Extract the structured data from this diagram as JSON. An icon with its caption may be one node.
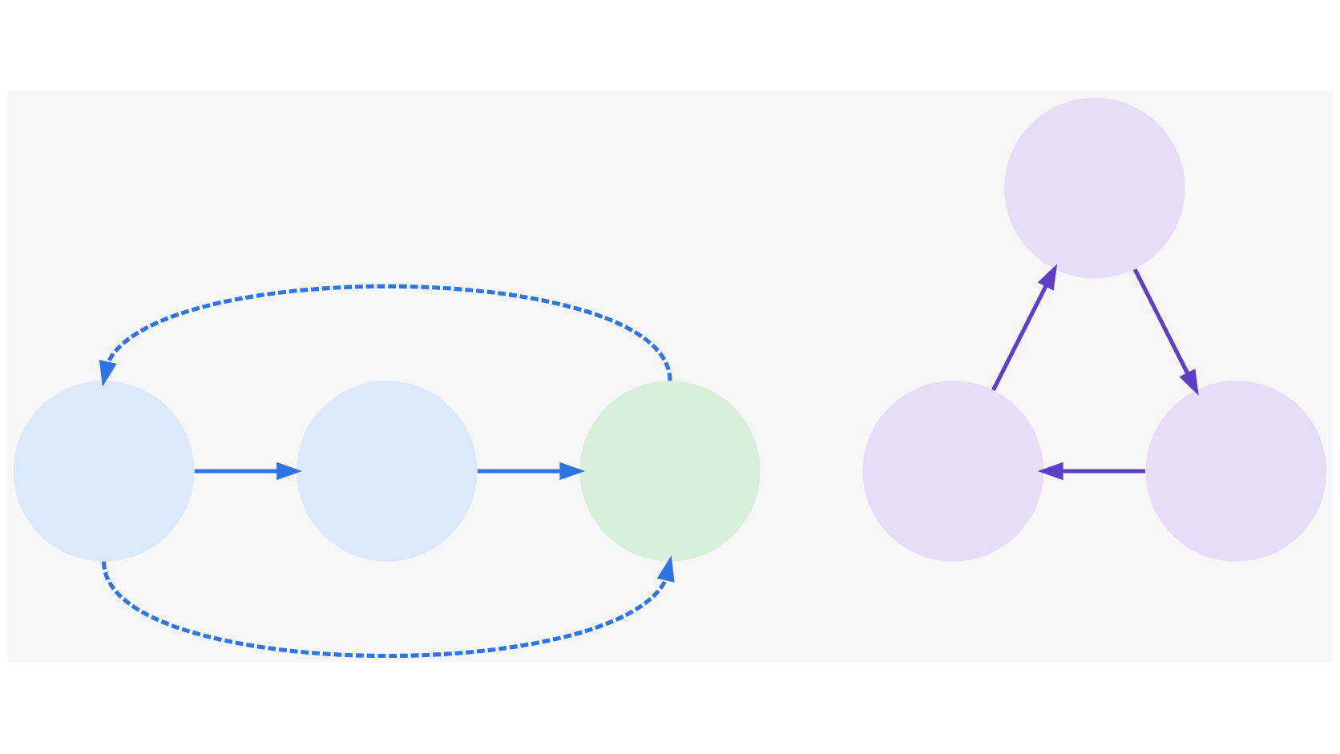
{
  "diagram": {
    "nodes": [
      {
        "text": [],
        "shape": "circle"
      },
      {
        "text": [],
        "shape": "circle"
      },
      {
        "text": [],
        "shape": "circle"
      },
      {
        "text": [],
        "shape": "circle"
      },
      {
        "text": [],
        "shape": "circle"
      },
      {
        "text": [],
        "shape": "circle"
      }
    ],
    "edges": [
      {
        "from": 0,
        "to": 1,
        "arrow": "to"
      },
      {
        "from": 1,
        "to": 2,
        "arrow": "to"
      },
      {
        "from": 2,
        "to": 0,
        "arrow": "to",
        "style": "dashed"
      },
      {
        "from": 0,
        "to": 2,
        "arrow": "to",
        "style": "dashed"
      },
      {
        "from": 4,
        "to": 3,
        "arrow": "to",
        "color": "#5b3fc4"
      },
      {
        "from": 3,
        "to": 5,
        "arrow": "to",
        "color": "#5b3fc4"
      },
      {
        "from": 5,
        "to": 4,
        "arrow": "to",
        "color": "#5b3fc4"
      }
    ]
  }
}
